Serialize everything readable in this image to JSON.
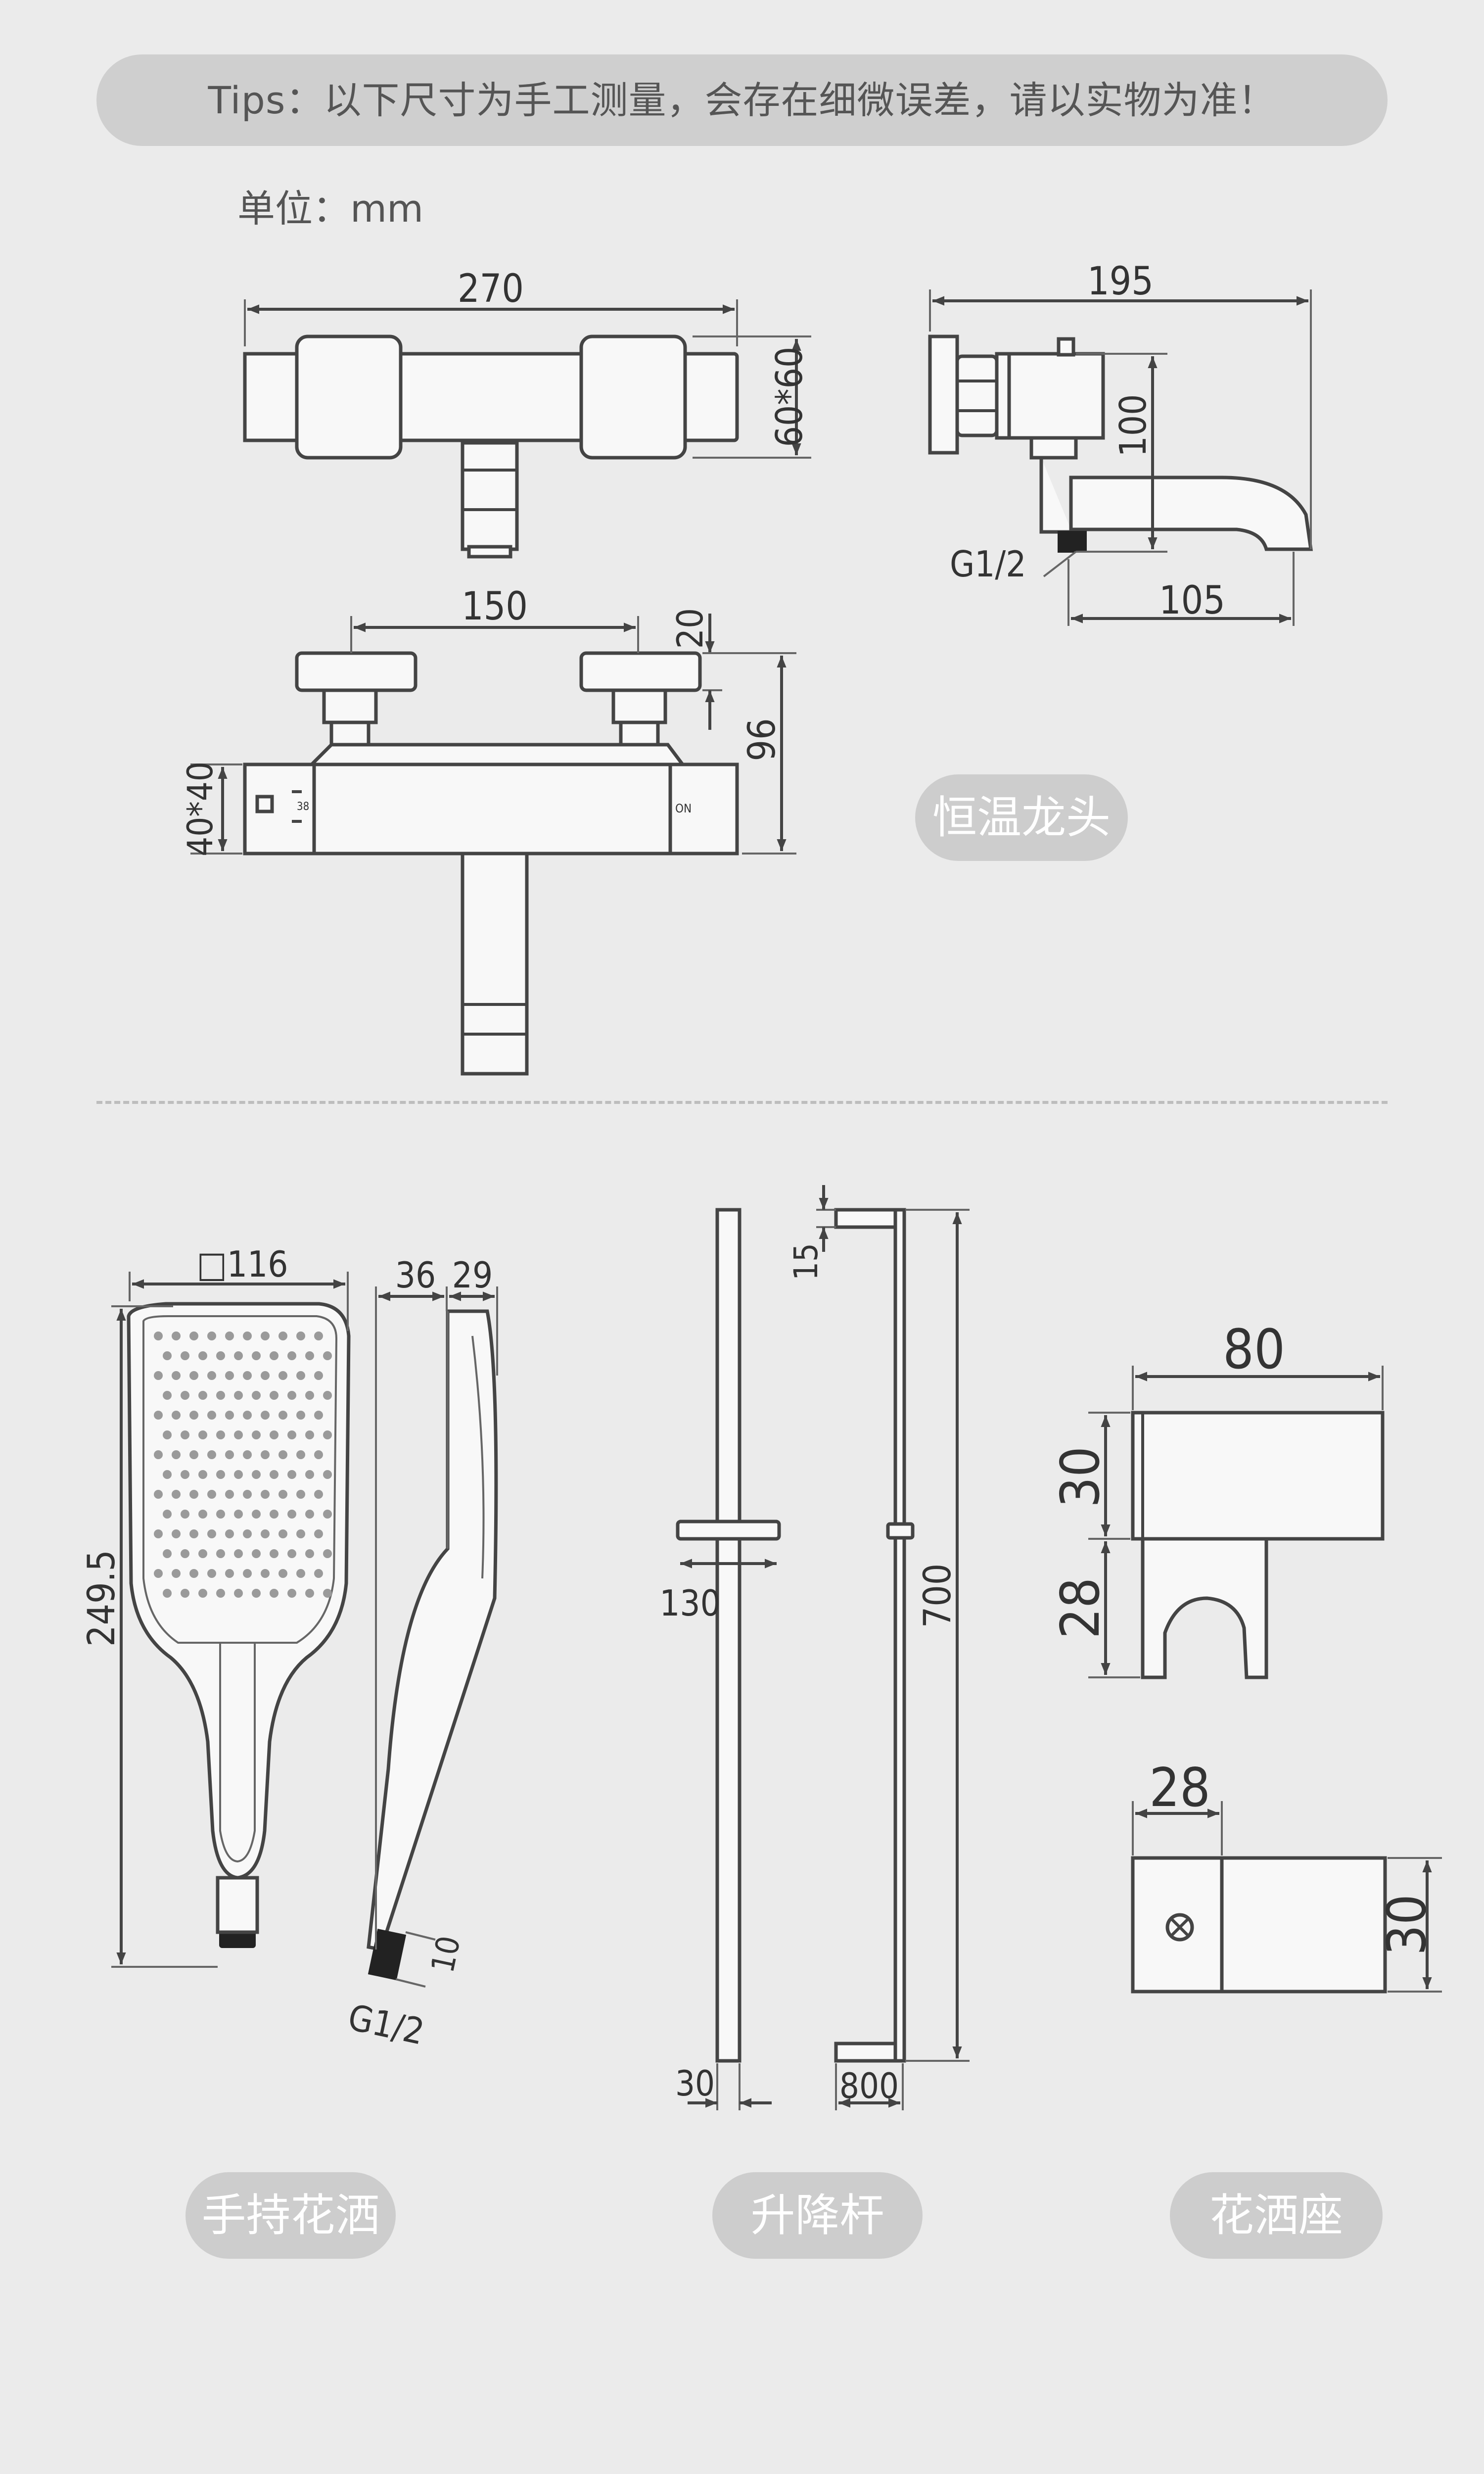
{
  "tips": "Tips：以下尺寸为手工测量，会存在细微误差，请以实物为准！",
  "unit": "单位：mm",
  "labels": {
    "faucet": "恒温龙头",
    "handheld": "手持花洒",
    "rail": "升降杆",
    "holder": "花洒座"
  },
  "dims": {
    "faucet_width": "270",
    "faucet_section": "60*60",
    "side_depth": "195",
    "side_height": "100",
    "side_thread": "G1/2",
    "spout_reach": "105",
    "inlet_spacing": "150",
    "eccentric": "20",
    "total_height": "96",
    "body_section": "40*40",
    "knob_left": "38",
    "knob_right": "ON",
    "head_square": "□116",
    "head_thick_a": "36",
    "head_thick_b": "29",
    "head_length": "249.5",
    "head_thread": "G1/2",
    "head_thread_len": "10",
    "rail_top": "15",
    "rail_slider": "130",
    "rail_length": "700",
    "rail_bottom": "30",
    "rail_base": "800",
    "holder_width": "80",
    "holder_h1": "30",
    "holder_h2": "28",
    "holder_depth": "28",
    "holder_base": "30"
  },
  "colors": {
    "background": "#ebebeb",
    "pill": "#cdcdcd",
    "tips_bar": "#cfcfcf",
    "line": "#444444"
  }
}
